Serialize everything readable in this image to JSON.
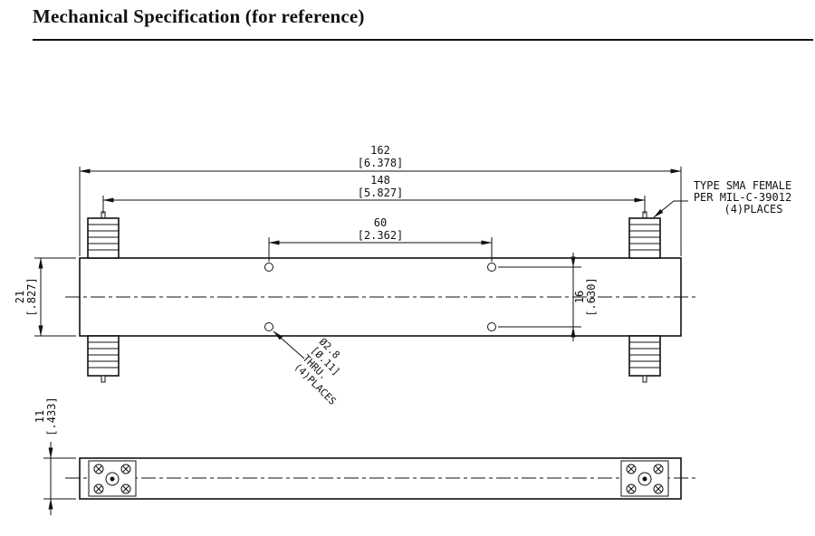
{
  "title": "Mechanical Specification (for reference)",
  "drawing": {
    "dims": {
      "overall": {
        "metric": "162",
        "imperial": "[6.378]"
      },
      "connector_span": {
        "metric": "148",
        "imperial": "[5.827]"
      },
      "hole_span": {
        "metric": "60",
        "imperial": "[2.362]"
      },
      "body_width": {
        "metric": "21",
        "imperial": "[.827]"
      },
      "hole_row_span": {
        "metric": "16",
        "imperial": "[.630]"
      },
      "profile_height": {
        "metric": "11",
        "imperial": "[.433]"
      }
    },
    "callouts": {
      "connector": [
        "TYPE SMA FEMALE",
        "PER MIL-C-39012",
        "(4)PLACES"
      ],
      "hole": [
        "Ø2.8",
        "[Ø.11]",
        "THRU.",
        "(4)PLACES"
      ]
    }
  }
}
